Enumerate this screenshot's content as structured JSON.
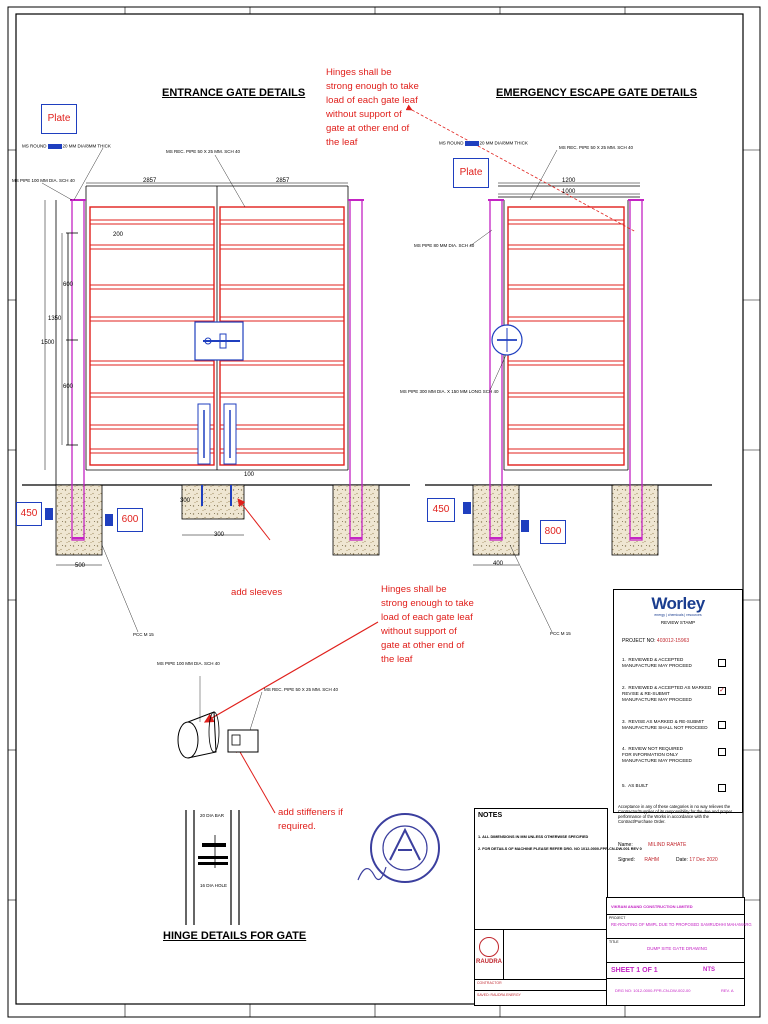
{
  "titles": {
    "entrance": "ENTRANCE GATE DETAILS",
    "emergency": "EMERGENCY ESCAPE  GATE DETAILS",
    "hinge": "HINGE DETAILS    FOR GATE"
  },
  "labels": {
    "plate_left": "Plate",
    "plate_right": "Plate",
    "ms_round_left": "MS ROUND",
    "ms_round_left_tail": "20 MM DIA/8MM THICK",
    "ms_round_right": "MS ROUND",
    "ms_round_right_tail": "20 MM DIA/8MM THICK",
    "ms_rec_pipe_1": "MS REC. PIPE 50 X 25 MM. SCH 40",
    "ms_rec_pipe_2": "MS REC. PIPE 50 X 25 MM. SCH 40",
    "ms_rec_pipe_3": "MS REC. PIPE 50 X 25 MM. SCH 40",
    "ms_pipe_100_1": "MS PIPE 100 MM DIA. SCH 40",
    "ms_pipe_100_2": "MS PIPE 100 MM DIA. SCH 40",
    "ms_pipe_80": "MS PIPE 80 MM DIA. SCH 40",
    "ms_pipe_300": "MS PIPE 300 MM DIA. X 150 MM LONG SCH 40",
    "pcc_1": "PCC M 15",
    "pcc_2": "PCC M 15",
    "dia_bar": "20 DIA BAR",
    "dia_hole": "16 DIA HOLE"
  },
  "dims": {
    "d2857a": "2857",
    "d2857b": "2857",
    "d200": "200",
    "d600a": "600",
    "d600b": "600",
    "d1350": "1350",
    "d1500": "1500",
    "d100": "100",
    "d300": "300",
    "d500": "500",
    "d300b": "300",
    "d1200": "1200",
    "d1000": "1000",
    "d400": "400"
  },
  "boxes": {
    "b450a": "450",
    "b600": "600",
    "b450b": "450",
    "b800": "800"
  },
  "callouts": {
    "hinge_top": "Hinges shall be\nstrong enough to take\nload of each gate leaf\nwithout support of\ngate at other end of\nthe leaf",
    "hinge_mid": "Hinges shall be\nstrong enough to take\nload of each gate leaf\nwithout support of\ngate at other end of\nthe leaf",
    "sleeves": "add sleeves",
    "stiffeners": "add stiffeners if\nrequired."
  },
  "stamp": {
    "logo": "Worley",
    "tagline": "energy | chemicals | resources",
    "review": "REVIEW STAMP",
    "project_label": "PROJECT NO:",
    "project_no": "403012-15963",
    "options": [
      {
        "num": "1.",
        "text": "REVIEWED & ACCEPTED\nMANUFACTURE MAY PROCEED",
        "checked": false
      },
      {
        "num": "2.",
        "text": "REVIEWED & ACCEPTED AS MARKED\nREVISE & RE-SUBMIT\nMANUFACTURE MAY PROCEED",
        "checked": true
      },
      {
        "num": "3.",
        "text": "REVISE AS MARKED & RE-SUBMIT\nMANUFACTURE SHALL NOT PROCEED",
        "checked": false
      },
      {
        "num": "4.",
        "text": "REVIEW NOT REQUIRED\nFOR INFORMATION ONLY\nMANUFACTURE MAY PROCEED",
        "checked": false
      },
      {
        "num": "5.",
        "text": "AS BUILT",
        "checked": false
      }
    ],
    "acceptance": "Acceptance in any of these categories in no way relieves the Contractor/Supplier of its responsibility for the due and proper performance of the Works in accordance with the Contract/Purchase Order.",
    "name_label": "Name:",
    "name": "MILIND RAHATE",
    "signed_label": "Signed:",
    "signed": "RAHM",
    "date_label": "Date:",
    "date": "17 Dec 2020"
  },
  "notes": {
    "header": "NOTES",
    "lines": [
      "1. ALL DIMENSIONS IN MM UNLESS OTHERWISE SPECIFIED",
      "2. FOR DETAILS OF MACHINE PLEASE REFER DRG. NO 1012-0000-FPR-CN-DW-001 REV 0"
    ]
  },
  "titleblock": {
    "client": "VIKRAM ANAND CONSTRUCTION LIMITED",
    "project_label": "PROJECT",
    "project": "RE-ROUTING OF MMPL DUE TO PROPOSED SAMRUDHHI MAHAMARG",
    "title_label": "TITLE",
    "title": "DUMP SITE GATE DRAWING",
    "sheet": "SHEET 1 OF 1",
    "scale": "NTS",
    "drg_no": "DRG NO: 1012-0000-FPR-CN-DW-002-00",
    "rev": "REV. A",
    "company": "RAUDRA",
    "contractor": "CONTRACTOR",
    "contractor_name": "SAVED: RAUDRA ENERGY"
  },
  "colors": {
    "gate_red": "#e0201c",
    "post_purple": "#c424c4",
    "box_blue": "#1f3fbf",
    "stamp_blue": "#1a3d8f",
    "seal_blue": "#3b3f9e"
  }
}
